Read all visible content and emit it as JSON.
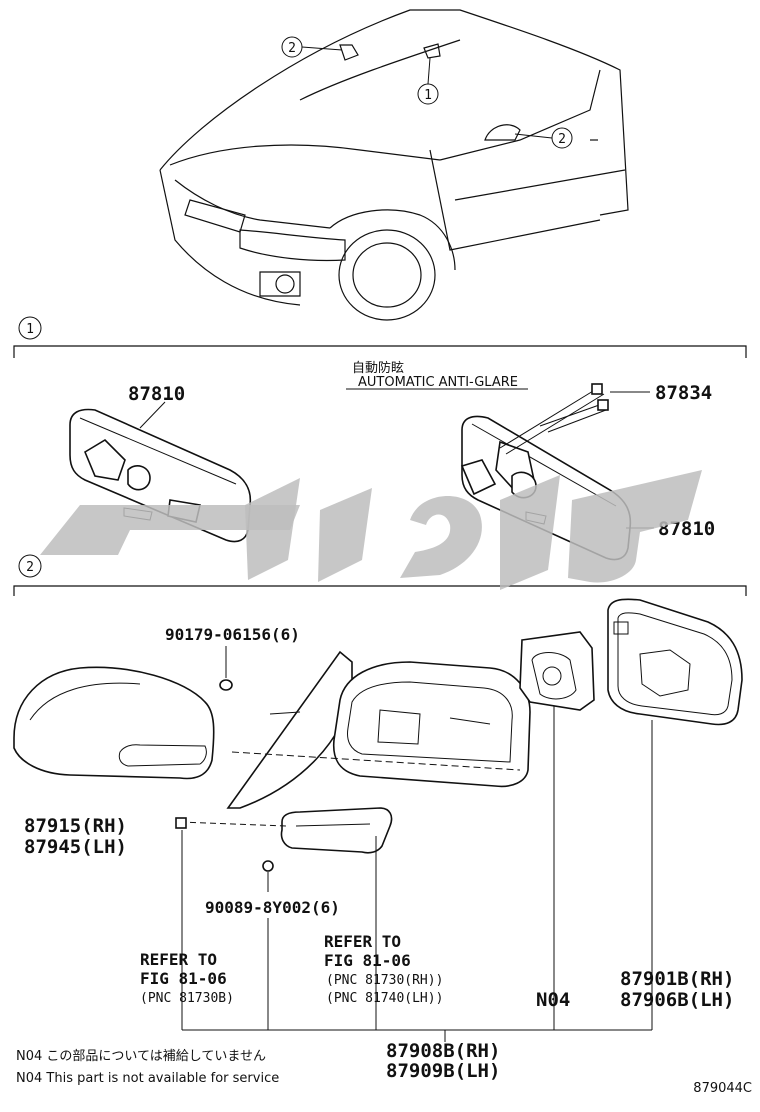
{
  "section_markers": [
    "1",
    "2"
  ],
  "overview_callouts": [
    "2",
    "1",
    "2"
  ],
  "heading": {
    "jp": "自動防眩",
    "en": "AUTOMATIC ANTI-GLARE"
  },
  "parts": {
    "inner_mirror_left": "87810",
    "inner_mirror_right": "87810",
    "mirror_wire": "87834",
    "clip": "90179-06156(6)",
    "screw": "90089-8Y002(6)",
    "cover_rh": "87915(RH)",
    "cover_lh": "87945(LH)",
    "mirror_glass_rh": "87901B(RH)",
    "mirror_glass_lh": "87906B(LH)",
    "motor_note": "N04",
    "assy_rh": "87908B(RH)",
    "assy_lh": "87909B(LH)"
  },
  "refer_left": {
    "line1": "REFER TO",
    "line2": "FIG 81-06",
    "line3": "(PNC 81730B)"
  },
  "refer_right": {
    "line1": "REFER TO",
    "line2": "FIG 81-06",
    "line3": "(PNC 81730(RH))",
    "line4": "(PNC 81740(LH))"
  },
  "footnote": {
    "jp": "N04 この部品については補給していません",
    "en": "N04 This part is not available for service"
  },
  "figure_code": "879044C"
}
